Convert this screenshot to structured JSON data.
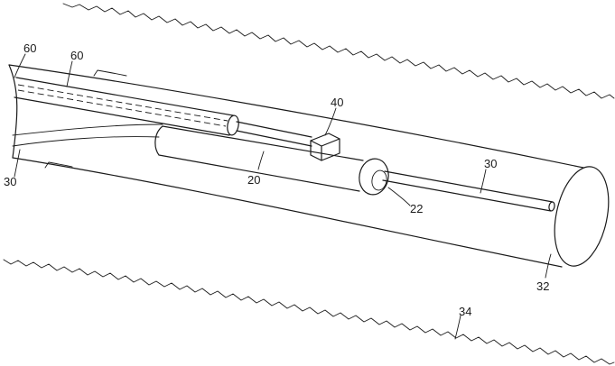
{
  "figure": {
    "labels": {
      "ref_60_a": "60",
      "ref_60_b": "60",
      "ref_30_left": "30",
      "ref_40": "40",
      "ref_30_right": "30",
      "ref_20": "20",
      "ref_22": "22",
      "ref_32": "32",
      "ref_34": "34"
    },
    "components": [
      "wellbore-wall",
      "tubular-body",
      "end-cap",
      "conduit-pipe",
      "housing-cylinder",
      "connector-box",
      "nozzle-cylinder",
      "probe-rod"
    ]
  }
}
